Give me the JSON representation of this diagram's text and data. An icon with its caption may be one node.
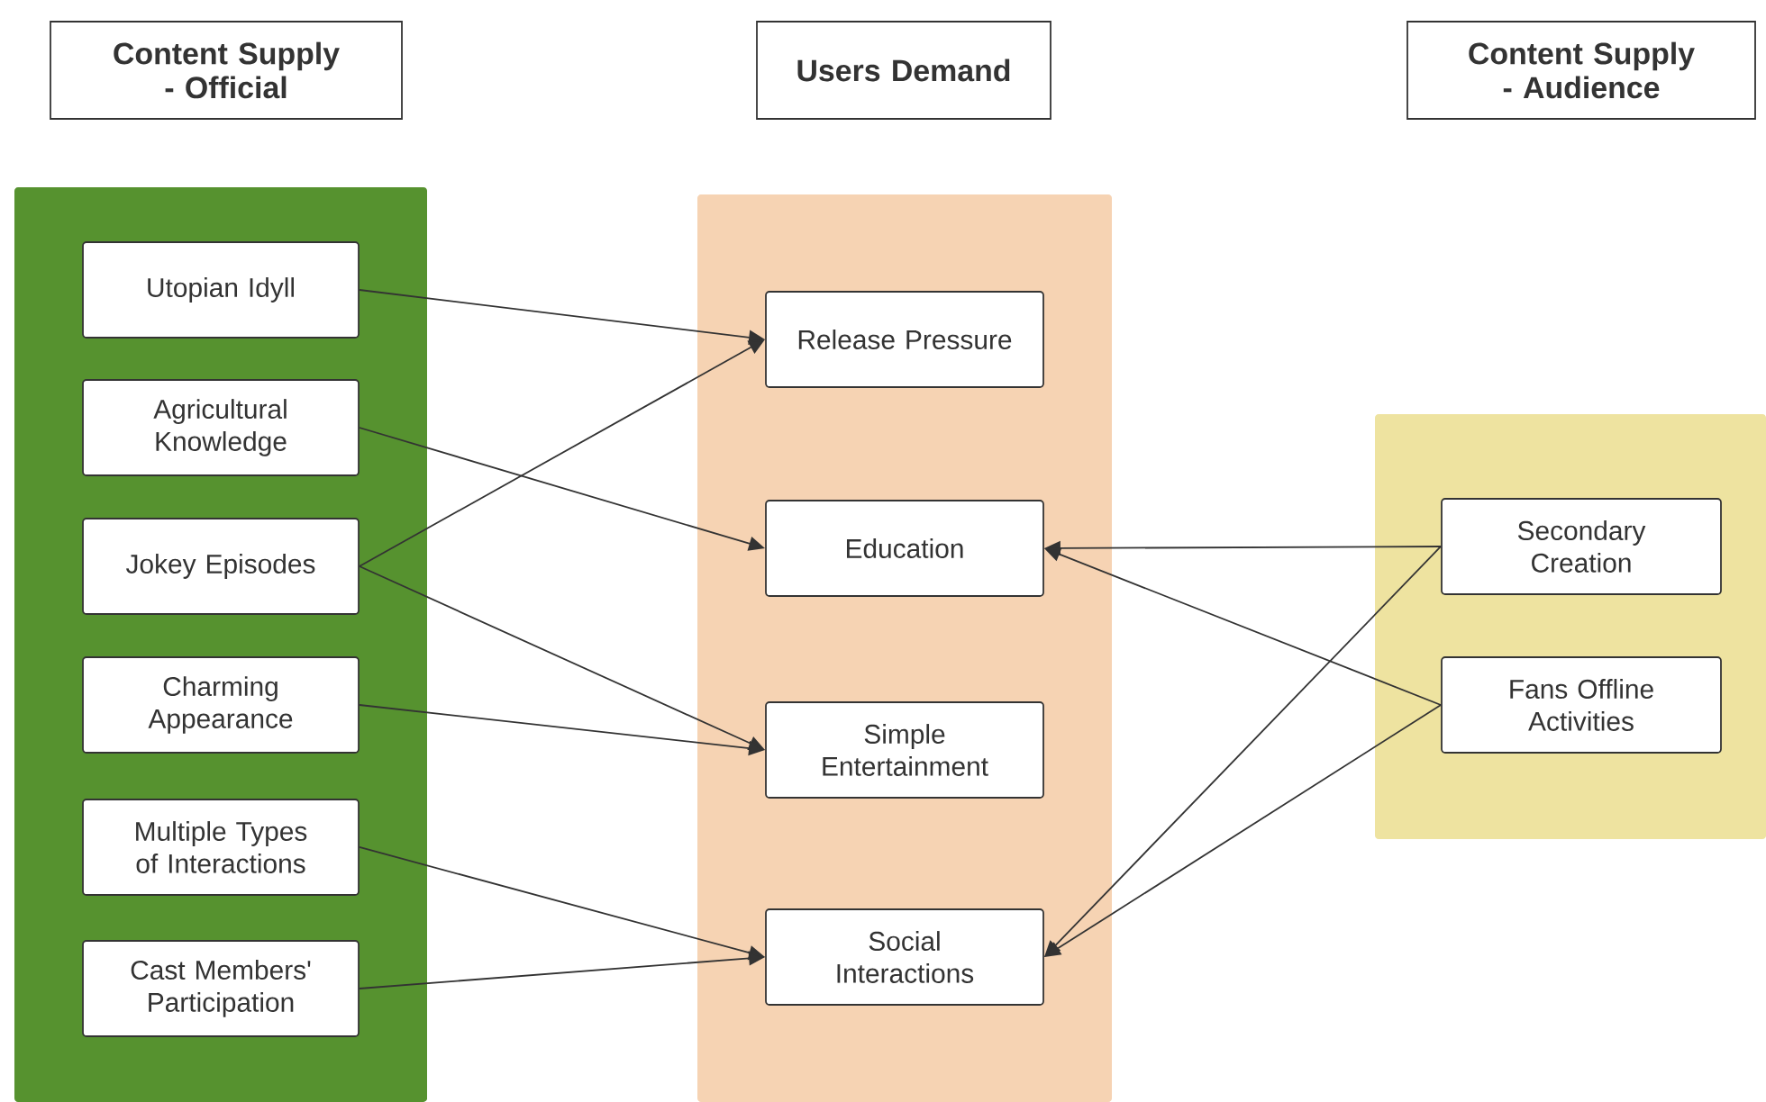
{
  "diagram": {
    "nodes": [
      {
        "text": [
          "Content Supply - Official"
        ]
      },
      {
        "text": [
          "Users Demand"
        ]
      },
      {
        "text": [
          "Content Supply - Audience"
        ]
      },
      {
        "text": [],
        "shape": "box"
      },
      {
        "text": [
          "Utopian Idyll"
        ],
        "in": 3
      },
      {
        "text": [
          "Agricultural Knowledge"
        ],
        "in": 3
      },
      {
        "text": [
          "Jokey Episodes"
        ],
        "in": 3
      },
      {
        "text": [
          "Charming Appearance"
        ],
        "in": 3
      },
      {
        "text": [
          "Multiple Types of Interactions"
        ],
        "in": 3
      },
      {
        "text": [
          "Cast Members' Participation"
        ],
        "in": 3
      },
      {
        "text": [],
        "shape": "box"
      },
      {
        "text": [
          "Release Pressure"
        ],
        "in": 10
      },
      {
        "text": [
          "Education"
        ],
        "in": 10
      },
      {
        "text": [
          "Simple Entertainment"
        ],
        "in": 10
      },
      {
        "text": [
          "Social Interactions"
        ],
        "in": 10
      },
      {
        "text": [],
        "shape": "box"
      },
      {
        "text": [
          "Secondary Creation"
        ],
        "in": 15
      },
      {
        "text": [
          "Fans Offline Activities"
        ],
        "in": 15
      }
    ],
    "edges": [
      {
        "from": 4,
        "to": 11,
        "arrow": "to"
      },
      {
        "from": 5,
        "to": 12,
        "arrow": "to"
      },
      {
        "from": 6,
        "to": 11,
        "arrow": "to"
      },
      {
        "from": 6,
        "to": 13,
        "arrow": "to"
      },
      {
        "from": 7,
        "to": 13,
        "arrow": "to"
      },
      {
        "from": 8,
        "to": 14,
        "arrow": "to"
      },
      {
        "from": 9,
        "to": 14,
        "arrow": "to"
      },
      {
        "from": 16,
        "to": 12,
        "arrow": "to"
      },
      {
        "from": 17,
        "to": 12,
        "arrow": "to"
      },
      {
        "from": 16,
        "to": 14,
        "arrow": "to"
      },
      {
        "from": 17,
        "to": 14,
        "arrow": "to"
      }
    ]
  }
}
